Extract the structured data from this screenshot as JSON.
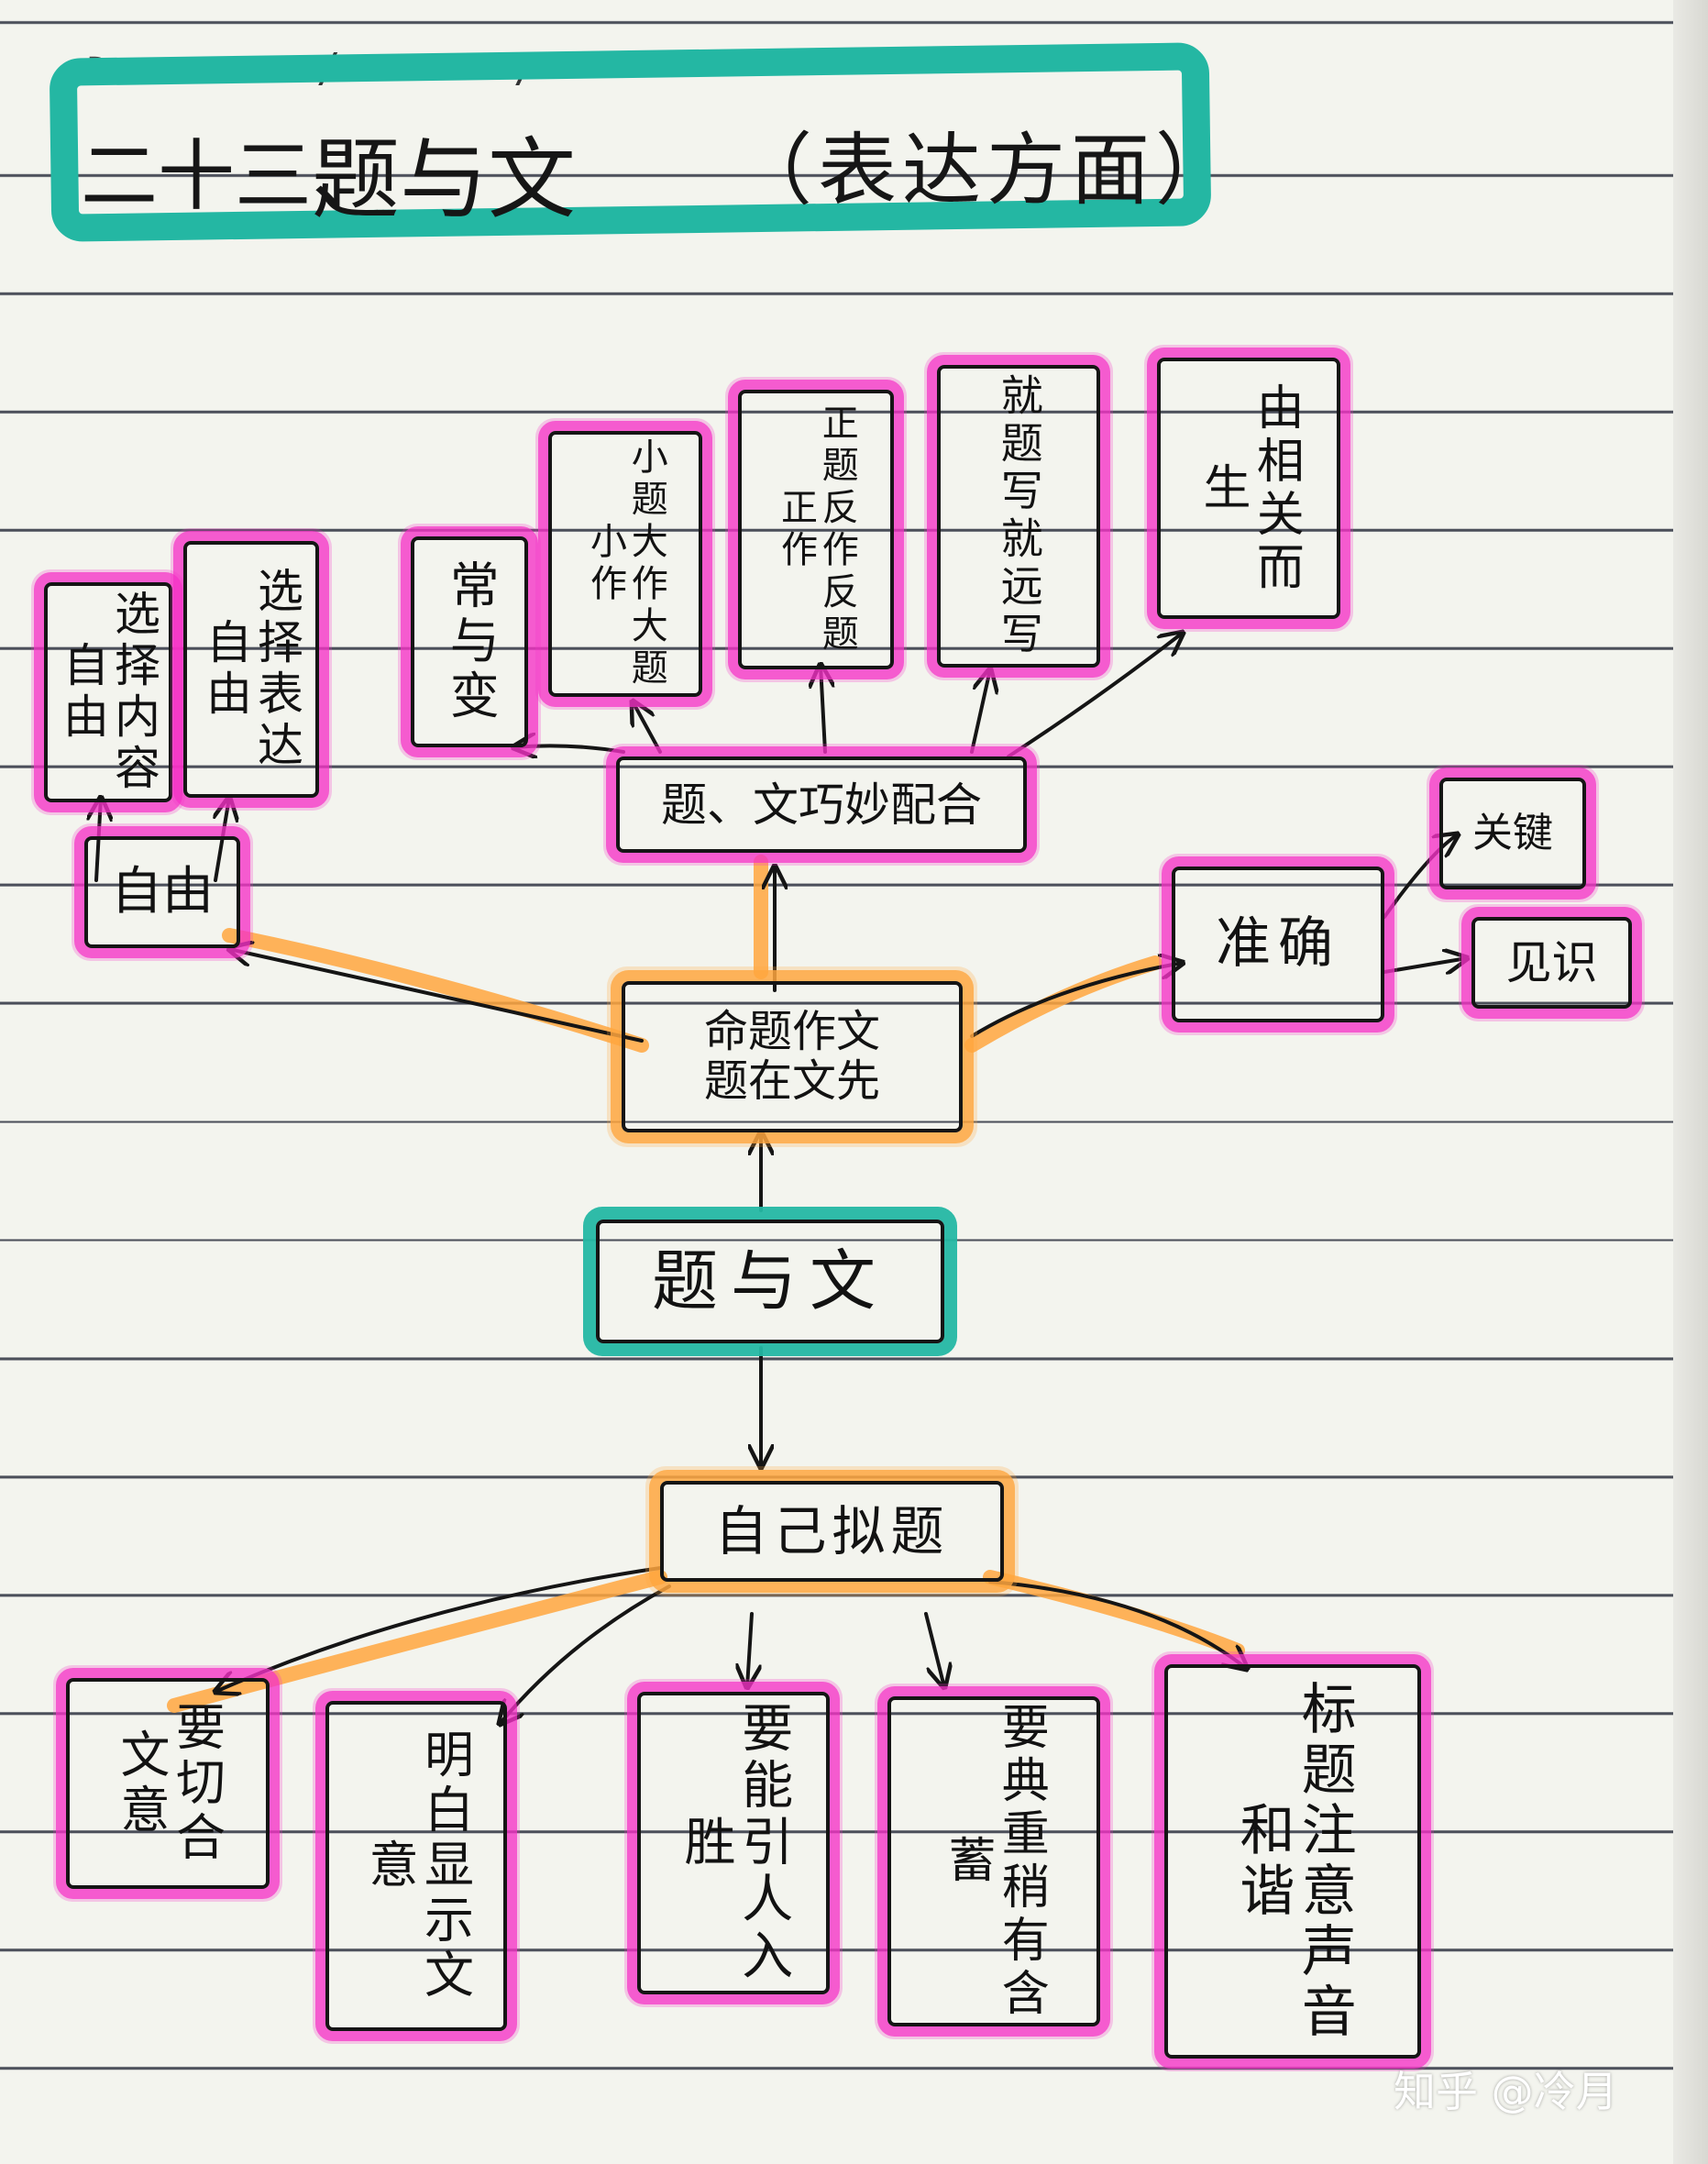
{
  "page": {
    "date_label": "Date",
    "title_number": "二十三、",
    "title_main": "题与文",
    "title_sub": "（表达方面）",
    "watermark": "知乎 @冷月"
  },
  "colors": {
    "paper": "#f3f4ee",
    "rule_line": "#4b4f5a",
    "teal_marker": "#24b7a3",
    "pink_marker": "#f532c6",
    "orange_marker": "#ffa63e",
    "ink": "#151515"
  },
  "diagram": {
    "center": {
      "text": "题与文"
    },
    "upper_node": {
      "text": "命题作文\n题在文先"
    },
    "lower_node": {
      "text": "自己拟题"
    },
    "branch_left": {
      "text": "自由"
    },
    "branch_right": {
      "text": "准确"
    },
    "branch_top": {
      "text": "题、文巧妙配合"
    },
    "freedom_items": [
      {
        "text": "选择内容自由"
      },
      {
        "text": "选择表达自由"
      }
    ],
    "accuracy_items": [
      {
        "text": "关键"
      },
      {
        "text": "见识"
      }
    ],
    "match_items": [
      {
        "text": "常与变"
      },
      {
        "text": "小题大作大题小作"
      },
      {
        "text": "正题反作反题正作"
      },
      {
        "text": "就题写就远写"
      },
      {
        "text": "由相关而生"
      }
    ],
    "self_title_items": [
      {
        "text": "要切合文意"
      },
      {
        "text": "明白显示文意"
      },
      {
        "text": "要能引人入胜"
      },
      {
        "text": "要典重稍有含蓄"
      },
      {
        "text": "标题注意声音和谐"
      }
    ]
  }
}
